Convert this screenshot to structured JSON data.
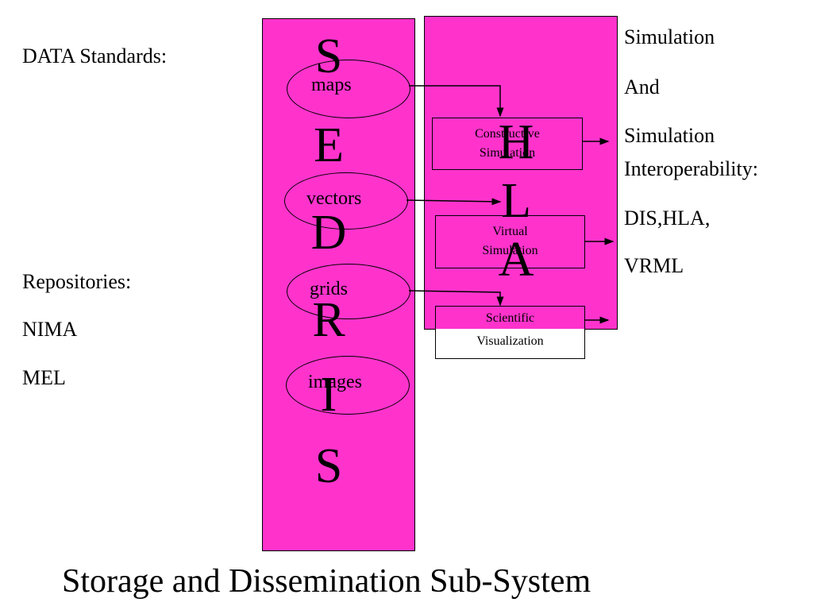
{
  "left": {
    "data_standards": "DATA Standards:",
    "repositories": "Repositories:",
    "nima": "NIMA",
    "mel": "MEL"
  },
  "sedris": {
    "letters": [
      "S",
      "E",
      "D",
      "R",
      "I",
      "S"
    ],
    "ovals": [
      "maps",
      "vectors",
      "grids",
      "images"
    ]
  },
  "hla": {
    "letters": [
      "H",
      "L",
      "A"
    ],
    "boxes": [
      {
        "line1": "Constructive",
        "line2": "Simulation"
      },
      {
        "line1": "Virtual",
        "line2": "Simulation"
      },
      {
        "line1": "Scientific",
        "line2": "Visualization"
      }
    ]
  },
  "right": {
    "line1": "Simulation",
    "line2": "And",
    "line3": "Simulation",
    "line4": "Interoperability:",
    "line5": "DIS,HLA,",
    "line6": "VRML"
  },
  "title": "Storage and Dissemination Sub-System",
  "colors": {
    "panel": "#ff33cc",
    "outline": "#000000",
    "background": "#ffffff"
  }
}
